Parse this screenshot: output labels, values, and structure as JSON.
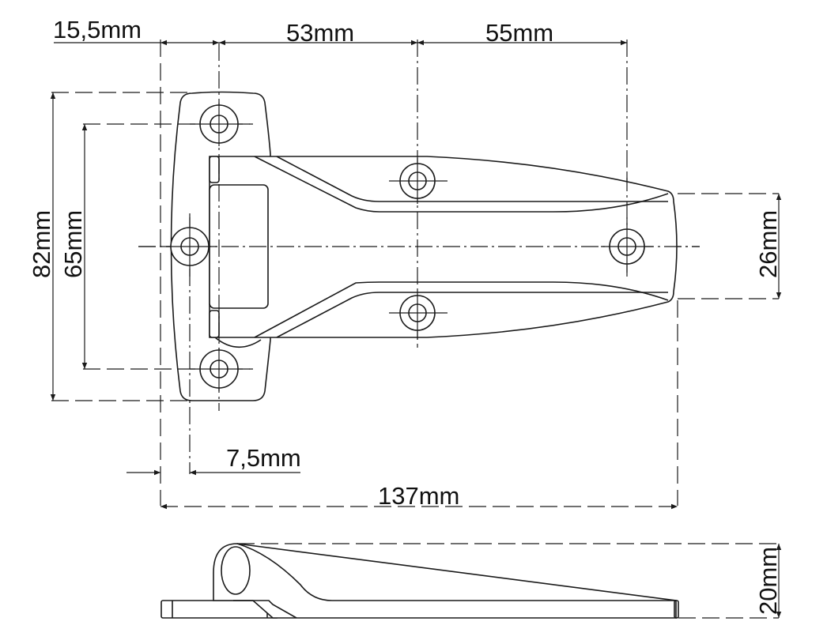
{
  "drawing": {
    "subject": "hinge technical drawing",
    "views": [
      "top-view",
      "side-view"
    ],
    "line_color": "#1a1a1a",
    "background": "#ffffff"
  },
  "dimensions": {
    "top_offset_left": "15,5mm",
    "top_mid": "53mm",
    "top_right": "55mm",
    "height_outer": "82mm",
    "height_inner": "65mm",
    "tail_width": "26mm",
    "hole_offset": "7,5mm",
    "overall_length": "137mm",
    "side_height": "20mm"
  }
}
